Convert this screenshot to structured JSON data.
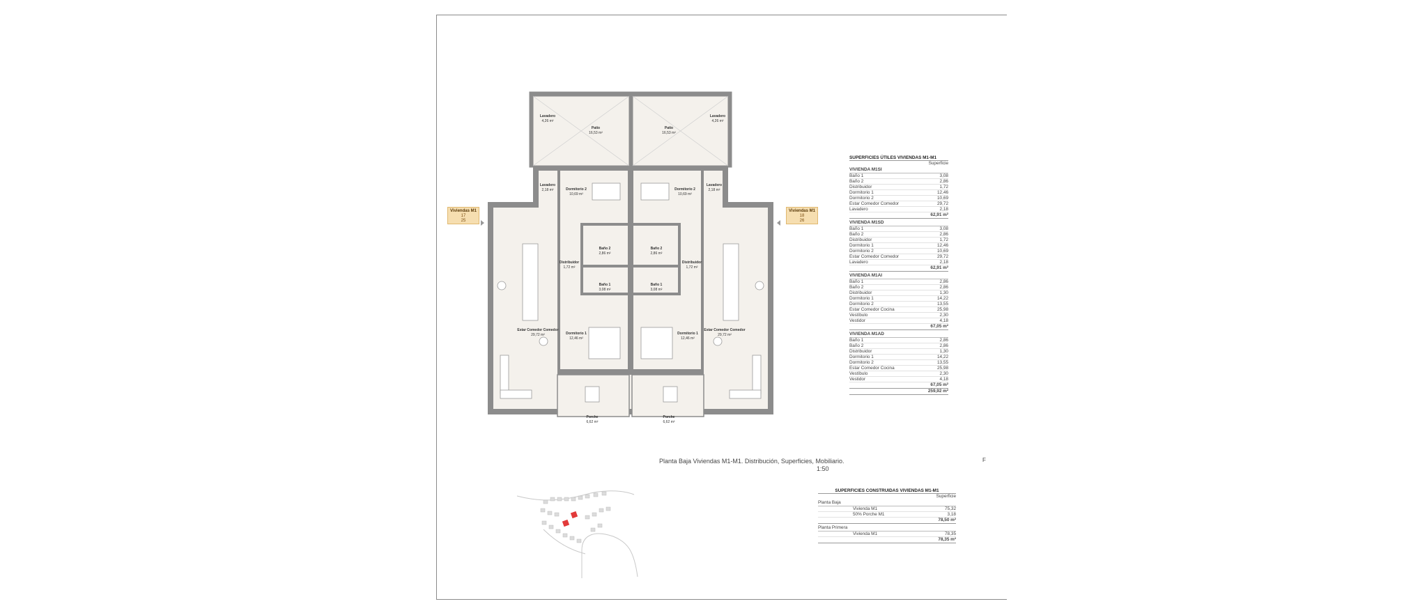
{
  "drawing": {
    "title": "Planta Baja Viviendas M1-M1. Distribución, Superficies, Mobiliario.",
    "scale": "1:50",
    "edge_mark": "F"
  },
  "plan": {
    "left": {
      "lavadero_top": {
        "name": "Lavadero",
        "area": "4,26 m²"
      },
      "patio": {
        "name": "Patio",
        "area": "16,53 m²"
      },
      "lavadero": {
        "name": "Lavadero",
        "area": "2,18 m²"
      },
      "dormitorio2": {
        "name": "Dormitorio 2",
        "area": "10,69 m²"
      },
      "bano2": {
        "name": "Baño 2",
        "area": "2,86 m²"
      },
      "distribuidor": {
        "name": "Distribuidor",
        "area": "1,72 m²"
      },
      "bano1": {
        "name": "Baño 1",
        "area": "3,08 m²"
      },
      "estar": {
        "name": "Estar Comedor Comedor",
        "area": "29,72 m²"
      },
      "dormitorio1": {
        "name": "Dormitorio 1",
        "area": "12,46 m²"
      },
      "porche": {
        "name": "Porche",
        "area": "6,62 m²"
      }
    },
    "right": {
      "lavadero_top": {
        "name": "Lavadero",
        "area": "4,26 m²"
      },
      "patio": {
        "name": "Patio",
        "area": "16,53 m²"
      },
      "lavadero": {
        "name": "Lavadero",
        "area": "2,18 m²"
      },
      "dormitorio2": {
        "name": "Dormitorio 2",
        "area": "10,69 m²"
      },
      "bano2": {
        "name": "Baño 2",
        "area": "2,86 m²"
      },
      "distribuidor": {
        "name": "Distribuidor",
        "area": "1,72 m²"
      },
      "bano1": {
        "name": "Baño 1",
        "area": "3,08 m²"
      },
      "estar": {
        "name": "Estar Comedor Comedor",
        "area": "29,72 m²"
      },
      "dormitorio1": {
        "name": "Dormitorio 1",
        "area": "12,46 m²"
      },
      "porche": {
        "name": "Porche",
        "area": "6,62 m²"
      }
    },
    "label_left": {
      "title": "Viviendas M1",
      "line1": "17",
      "line2": "25"
    },
    "label_right": {
      "title": "Viviendas M1",
      "line1": "18",
      "line2": "26"
    }
  },
  "superficies_utiles": {
    "title": "SUPERFICIES ÚTILES VIVIENDAS M1-M1",
    "subtitle": "Superficie",
    "sections": [
      {
        "name": "VIVIENDA M1SI",
        "rows": [
          {
            "k": "Baño 1",
            "v": "3,08"
          },
          {
            "k": "Baño 2",
            "v": "2,86"
          },
          {
            "k": "Distribuidor",
            "v": "1,72"
          },
          {
            "k": "Dormitorio 1",
            "v": "12,46"
          },
          {
            "k": "Dormitorio 2",
            "v": "10,69"
          },
          {
            "k": "Estar Comedor Comedor",
            "v": "29,72"
          },
          {
            "k": "Lavadero",
            "v": "2,18"
          }
        ],
        "total": "62,91 m²"
      },
      {
        "name": "VIVIENDA M1SD",
        "rows": [
          {
            "k": "Baño 1",
            "v": "3,08"
          },
          {
            "k": "Baño 2",
            "v": "2,86"
          },
          {
            "k": "Distribuidor",
            "v": "1,72"
          },
          {
            "k": "Dormitorio 1",
            "v": "12,46"
          },
          {
            "k": "Dormitorio 2",
            "v": "10,69"
          },
          {
            "k": "Estar Comedor Comedor",
            "v": "29,72"
          },
          {
            "k": "Lavadero",
            "v": "2,18"
          }
        ],
        "total": "62,91 m²"
      },
      {
        "name": "VIVIENDA M1AI",
        "rows": [
          {
            "k": "Baño 1",
            "v": "2,86"
          },
          {
            "k": "Baño 2",
            "v": "2,86"
          },
          {
            "k": "Distribuidor",
            "v": "1,30"
          },
          {
            "k": "Dormitorio 1",
            "v": "14,22"
          },
          {
            "k": "Dormitorio 2",
            "v": "13,55"
          },
          {
            "k": "Estar Comedor Cocina",
            "v": "25,98"
          },
          {
            "k": "Vestíbulo",
            "v": "2,30"
          },
          {
            "k": "Vestidor",
            "v": "4,18"
          }
        ],
        "total": "67,05 m²"
      },
      {
        "name": "VIVIENDA M1AD",
        "rows": [
          {
            "k": "Baño 1",
            "v": "2,86"
          },
          {
            "k": "Baño 2",
            "v": "2,86"
          },
          {
            "k": "Distribuidor",
            "v": "1,30"
          },
          {
            "k": "Dormitorio 1",
            "v": "14,22"
          },
          {
            "k": "Dormitorio 2",
            "v": "13,55"
          },
          {
            "k": "Estar Comedor Cocina",
            "v": "25,98"
          },
          {
            "k": "Vestíbulo",
            "v": "2,30"
          },
          {
            "k": "Vestidor",
            "v": "4,18"
          }
        ],
        "total": "67,05 m²"
      }
    ],
    "grand_total": "259,92 m²"
  },
  "superficies_construidas": {
    "title": "SUPERFICIES CONSTRUIDAS VIVIENDAS M1-M1",
    "subtitle": "Superficie",
    "planta_baja": "Planta Baja",
    "pb_rows": [
      {
        "k": "Vivienda M1",
        "v": "75,32"
      },
      {
        "k": "50% Porche M1",
        "v": "3,18"
      }
    ],
    "pb_total": "78,50 m²",
    "planta_primera": "Planta Primera",
    "pp_rows": [
      {
        "k": "Vivienda M1",
        "v": "78,35"
      }
    ],
    "pp_total": "78,35 m²"
  },
  "colors": {
    "wall": "#8c8c8c",
    "floor": "#f4f1ec",
    "label": "#f6deb0",
    "highlight": "#e23a3a"
  }
}
